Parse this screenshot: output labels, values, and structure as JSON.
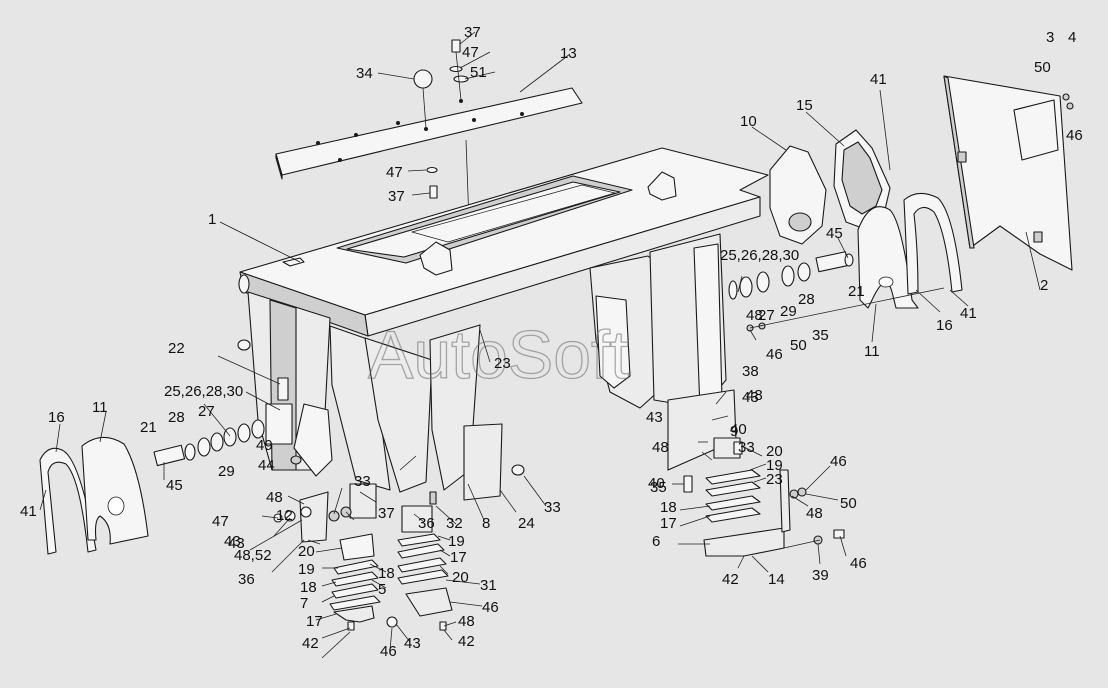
{
  "watermark": "AutoSoft",
  "labels": [
    "37",
    "47",
    "51",
    "13",
    "34",
    "47",
    "37",
    "1",
    "41",
    "10",
    "15",
    "3",
    "4",
    "50",
    "46",
    "2",
    "25,26,28,30",
    "45",
    "27",
    "29",
    "28",
    "21",
    "41",
    "16",
    "11",
    "35",
    "50",
    "46",
    "48",
    "43",
    "22",
    "23",
    "38",
    "48",
    "25,26,28,30",
    "27",
    "28",
    "49",
    "21",
    "29",
    "16",
    "11",
    "45",
    "44",
    "41",
    "43",
    "48",
    "9",
    "40",
    "33",
    "20",
    "19",
    "23",
    "18",
    "17",
    "6",
    "40",
    "35",
    "46",
    "50",
    "48",
    "39",
    "46",
    "42",
    "14",
    "48",
    "12",
    "33",
    "37",
    "47",
    "43",
    "48,52",
    "43",
    "36",
    "36",
    "32",
    "8",
    "24",
    "33",
    "20",
    "19",
    "17",
    "18",
    "20",
    "19",
    "18",
    "7",
    "17",
    "5",
    "31",
    "46",
    "48",
    "43",
    "46",
    "42",
    "42"
  ]
}
